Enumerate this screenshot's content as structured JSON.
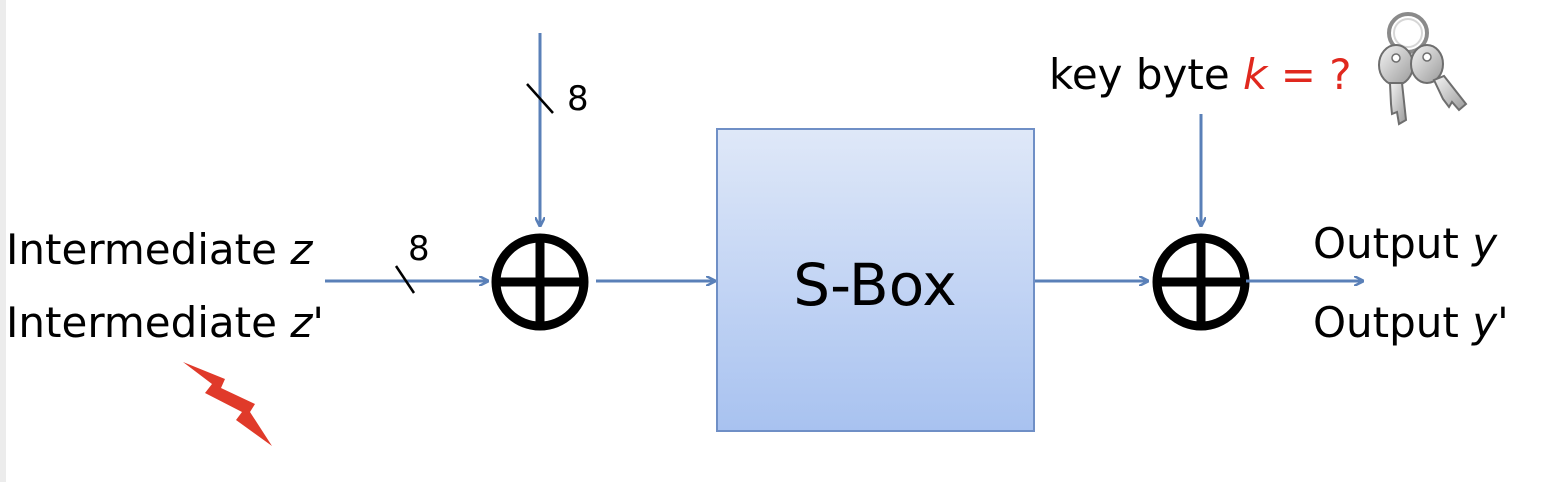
{
  "inputs": {
    "label_1": "Intermediate ",
    "var_1": "z",
    "label_2": "Intermediate ",
    "var_2": "z'",
    "width": "8"
  },
  "top_input": {
    "width": "8"
  },
  "sbox": {
    "label": "S-Box"
  },
  "key": {
    "label": "key byte ",
    "var": "k",
    "suffix": " = ?",
    "icon": "keys-icon"
  },
  "outputs": {
    "label_1": "Output ",
    "var_1": "y",
    "label_2": "Output ",
    "var_2": "y'"
  },
  "fault": {
    "icon": "lightning-bolt-icon"
  },
  "colors": {
    "line": "#5a80b8",
    "sbox_top": "#dfe8f8",
    "sbox_bottom": "#a8c2f0",
    "sbox_border": "#6f8fc6",
    "key_var": "#e0281e",
    "fault": "#e03a2a"
  }
}
